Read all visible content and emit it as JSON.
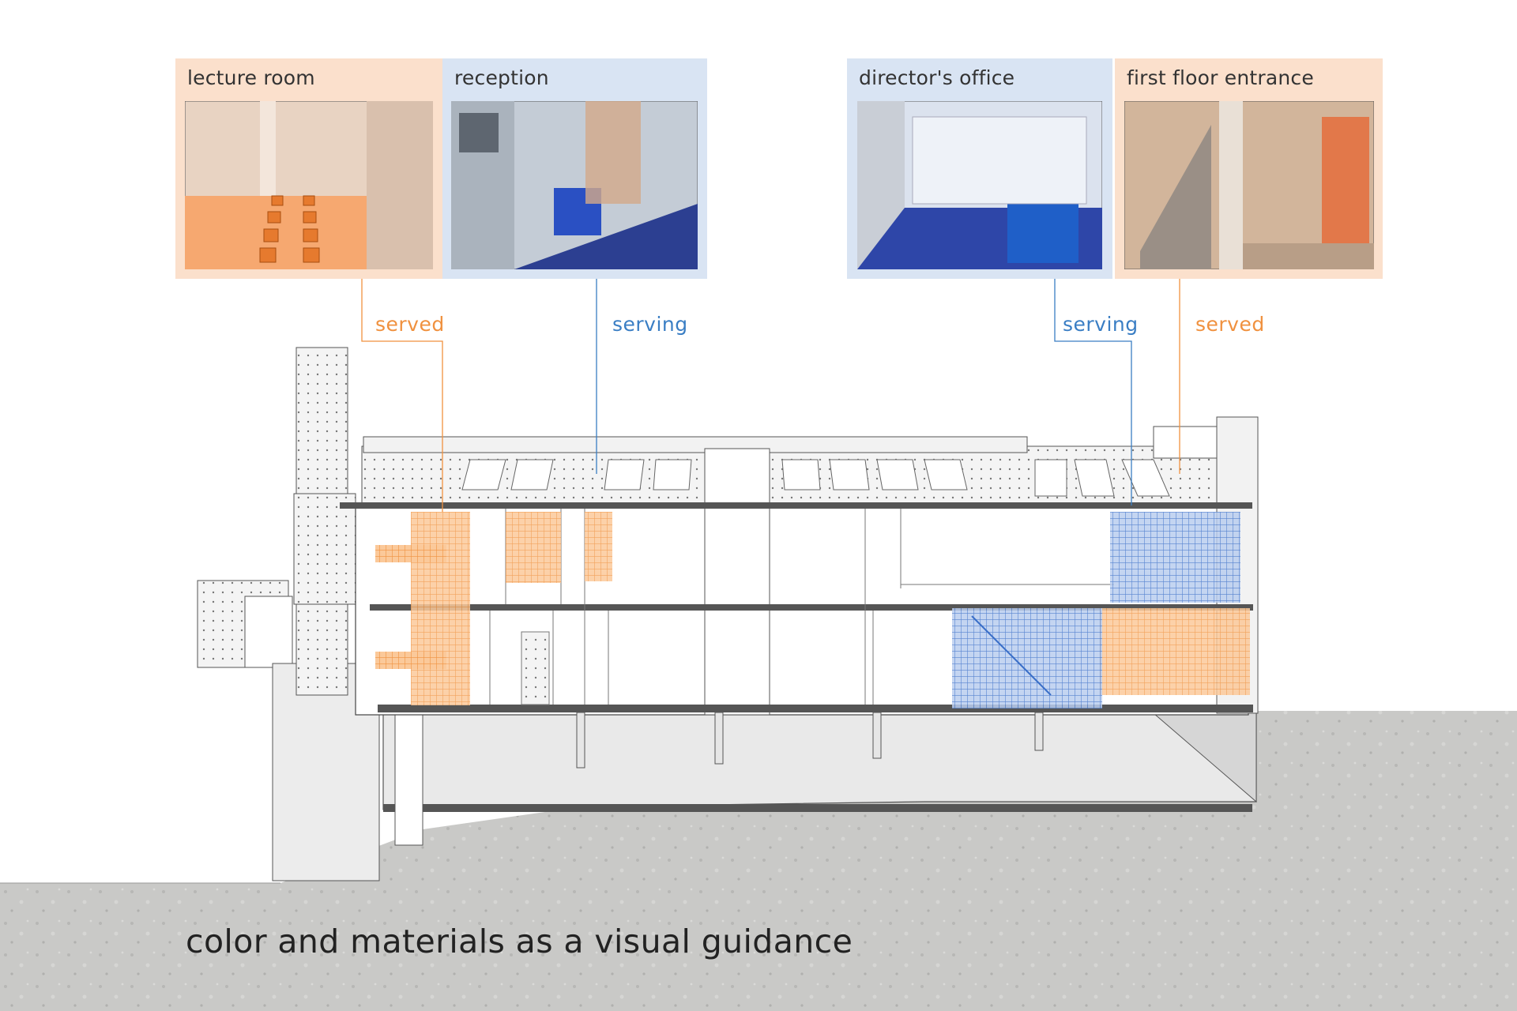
{
  "colors": {
    "served": "#f0913f",
    "serving": "#3a7ec4",
    "panel_orange": "#fbe0cc",
    "panel_blue": "#d9e4f3",
    "ground": "#c9c9c7"
  },
  "panels": [
    {
      "title": "lecture room",
      "kind": "served"
    },
    {
      "title": "reception",
      "kind": "serving"
    },
    {
      "title": "director's office",
      "kind": "serving"
    },
    {
      "title": "first floor entrance",
      "kind": "served"
    }
  ],
  "connectors": [
    {
      "label": "served"
    },
    {
      "label": "serving"
    },
    {
      "label": "serving"
    },
    {
      "label": "served"
    }
  ],
  "caption": "color and materials as a visual guidance"
}
